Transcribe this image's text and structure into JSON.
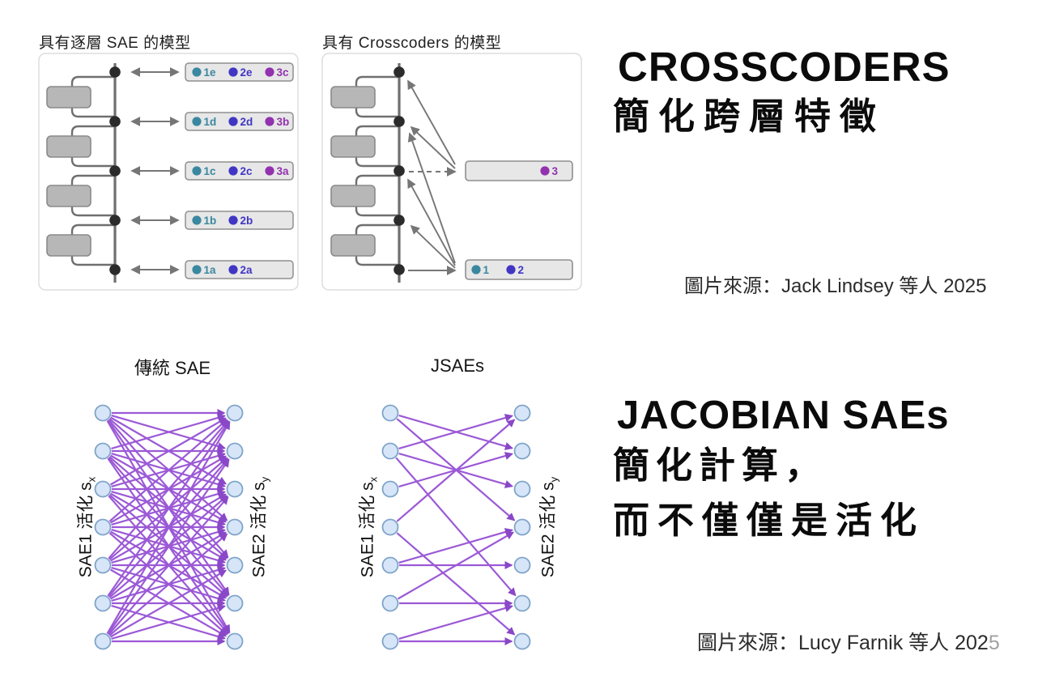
{
  "colors": {
    "teal": "#3a87a0",
    "indigo": "#4136c4",
    "purple": "#9232ae",
    "edge_purple": "#9b59d6",
    "edge_head": "#8a48c8",
    "node_fill": "#d6e5f8",
    "node_stroke": "#7fa4c9",
    "arrow_gray": "#767676",
    "stream_gray": "#6f6f6f",
    "dot_black": "#2b2b2b",
    "block_fill": "#b7b7b7",
    "block_stroke": "#8a8a8a",
    "box_fill": "#e7e7e7",
    "box_stroke": "#8f8f8f",
    "panel_stroke": "#dddddd"
  },
  "top_left_panel": {
    "title": "具有逐層 SAE 的模型",
    "rows": [
      {
        "features": [
          {
            "label": "1e",
            "color": "teal"
          },
          {
            "label": "2e",
            "color": "indigo"
          },
          {
            "label": "3c",
            "color": "purple"
          }
        ]
      },
      {
        "features": [
          {
            "label": "1d",
            "color": "teal"
          },
          {
            "label": "2d",
            "color": "indigo"
          },
          {
            "label": "3b",
            "color": "purple"
          }
        ]
      },
      {
        "features": [
          {
            "label": "1c",
            "color": "teal"
          },
          {
            "label": "2c",
            "color": "indigo"
          },
          {
            "label": "3a",
            "color": "purple"
          }
        ]
      },
      {
        "features": [
          {
            "label": "1b",
            "color": "teal"
          },
          {
            "label": "2b",
            "color": "indigo"
          }
        ]
      },
      {
        "features": [
          {
            "label": "1a",
            "color": "teal"
          },
          {
            "label": "2a",
            "color": "indigo"
          }
        ]
      }
    ]
  },
  "top_right_panel": {
    "title": "具有 Crosscoders 的模型",
    "boxes": [
      {
        "row": 2,
        "align": "right",
        "features": [
          {
            "label": "3",
            "color": "purple"
          }
        ]
      },
      {
        "row": 4,
        "align": "left",
        "features": [
          {
            "label": "1",
            "color": "teal"
          },
          {
            "label": "2",
            "color": "indigo"
          }
        ]
      }
    ]
  },
  "crosscoders_section": {
    "heading": "CROSSCODERS",
    "subheading": "簡化跨層特徵",
    "credit": "圖片來源：Jack Lindsey 等人 2025"
  },
  "jacobian_section": {
    "heading": "JACOBIAN SAEs",
    "sub_line1": "簡化計算，",
    "sub_line2": "而不僅僅是活化",
    "credit_main": "圖片來源：Lucy Farnik 等人 202",
    "credit_faded": "5"
  },
  "sae_comparison": {
    "left_graph": {
      "title": "傳統 SAE",
      "left_label": {
        "text": "SAE1 活化 s",
        "sub": "x"
      },
      "right_label": {
        "text": "SAE2 活化 s",
        "sub": "y"
      },
      "left_nodes": 7,
      "right_nodes": 7,
      "connectivity": "dense_all_to_all"
    },
    "right_graph": {
      "title": "JSAEs",
      "left_label": {
        "text": "SAE1 活化 s",
        "sub": "x"
      },
      "right_label": {
        "text": "SAE2 活化 s",
        "sub": "y"
      },
      "left_nodes": 7,
      "right_nodes": 7,
      "connectivity": "sparse",
      "edges": [
        [
          1,
          2
        ],
        [
          1,
          4
        ],
        [
          2,
          1
        ],
        [
          2,
          3
        ],
        [
          2,
          6
        ],
        [
          3,
          2
        ],
        [
          4,
          1
        ],
        [
          4,
          7
        ],
        [
          5,
          4
        ],
        [
          5,
          5
        ],
        [
          6,
          4
        ],
        [
          6,
          6
        ],
        [
          7,
          6
        ],
        [
          7,
          7
        ]
      ]
    }
  }
}
